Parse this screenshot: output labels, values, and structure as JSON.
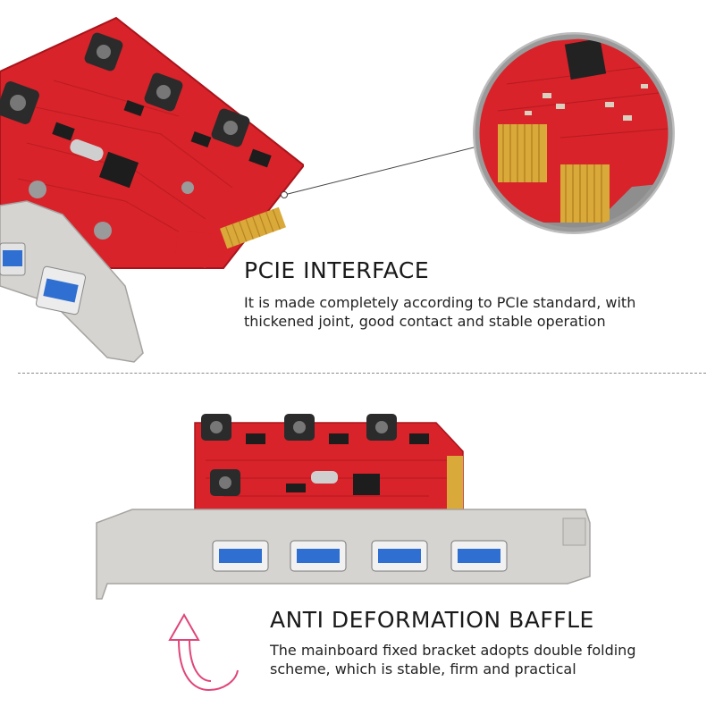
{
  "sections": [
    {
      "title": "PCIE INTERFACE",
      "description": "It is made completely according to PCIe standard, with thickened joint, good contact and stable operation"
    },
    {
      "title": "ANTI DEFORMATION BAFFLE",
      "description": "The mainboard fixed bracket adopts double folding scheme, which is stable, firm and practical"
    }
  ],
  "colors": {
    "pcb": "#d8232a",
    "pcb_dark": "#a8141b",
    "gold_contact": "#d9a93a",
    "bracket": "#d6d4d1",
    "usb_port": "#2f6fd1",
    "arrow": "#e0457a",
    "divider": "#8a8a8a"
  },
  "icons": [
    "curved-up-arrow-icon",
    "magnifier-circle-icon"
  ]
}
